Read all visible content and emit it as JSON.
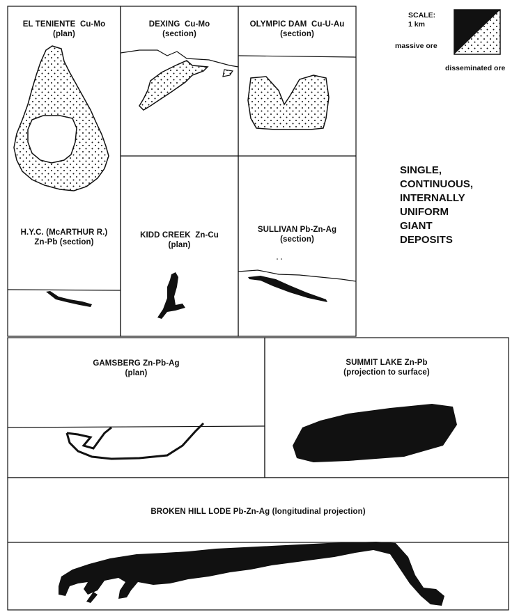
{
  "panels": {
    "el_teniente": {
      "name": "EL TENIENTE",
      "ore": "Cu-Mo",
      "view": "(plan)"
    },
    "dexing": {
      "name": "DEXING",
      "ore": "Cu-Mo",
      "view": "(section)"
    },
    "olympic_dam": {
      "name": "OLYMPIC DAM",
      "ore": "Cu-U-Au",
      "view": "(section)"
    },
    "hyc": {
      "name": "H.Y.C. (McARTHUR R.)",
      "ore": "Zn-Pb",
      "view": "(section)"
    },
    "kidd_creek": {
      "name": "KIDD CREEK",
      "ore": "Zn-Cu",
      "view": "(plan)"
    },
    "sullivan": {
      "name": "SULLIVAN",
      "ore": "Pb-Zn-Ag",
      "view": "(section)"
    },
    "gamsberg": {
      "name": "GAMSBERG",
      "ore": "Zn-Pb-Ag",
      "view": "(plan)"
    },
    "summit_lake": {
      "name": "SUMMIT LAKE",
      "ore": "Zn-Pb",
      "view": "(projection to surface)"
    },
    "broken_hill": {
      "name": "BROKEN HILL LODE",
      "ore": "Pb-Zn-Ag",
      "view": "(longitudinal projection)"
    }
  },
  "legend": {
    "scale_label": "SCALE:",
    "scale_value": "1 km",
    "massive_label": "massive ore",
    "disseminated_label": "disseminated ore"
  },
  "heading": {
    "lines": [
      "SINGLE,",
      "CONTINUOUS,",
      "INTERNALLY",
      "UNIFORM",
      "GIANT",
      "DEPOSITS"
    ]
  }
}
